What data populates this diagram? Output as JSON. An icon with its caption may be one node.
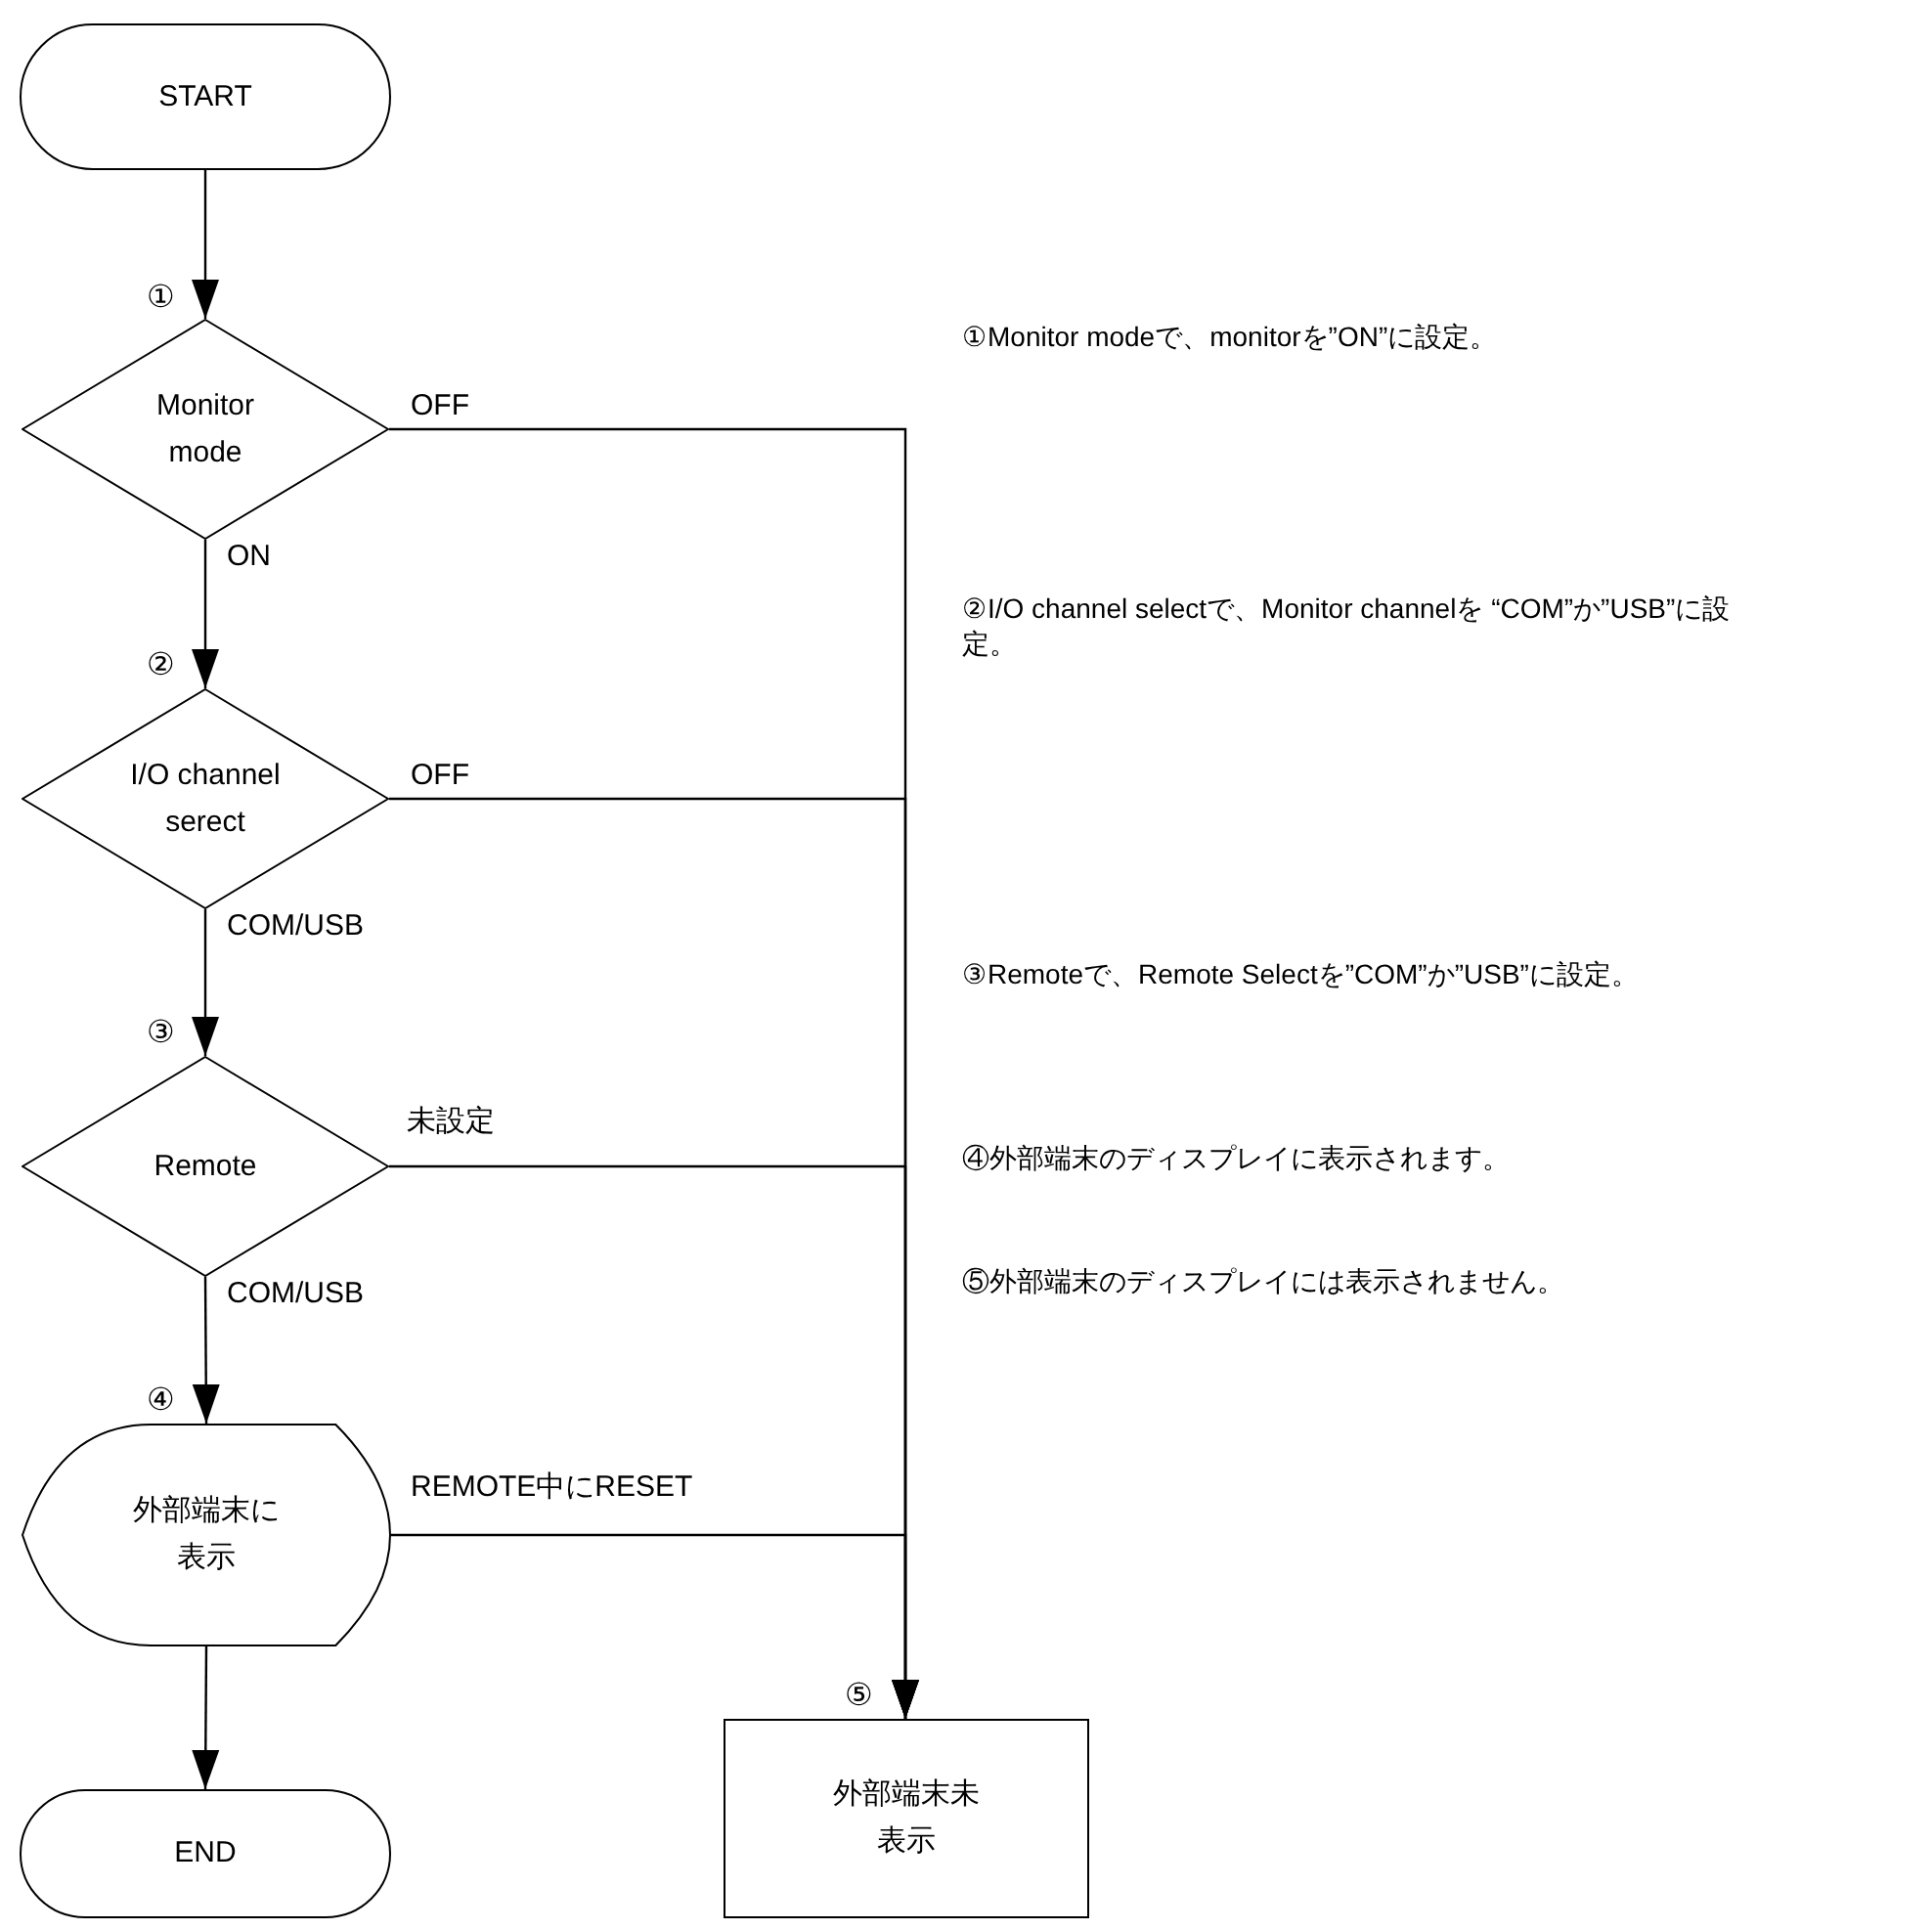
{
  "diagram": {
    "nodes": [
      {
        "text": [
          "START"
        ]
      },
      {
        "text": [
          "Monitor mode"
        ],
        "beside": [
          "①"
        ]
      },
      {
        "text": [
          "I/O channel serect"
        ],
        "beside": [
          "②"
        ]
      },
      {
        "text": [
          "Remote"
        ],
        "beside": [
          "③"
        ]
      },
      {
        "text": [
          "外部端末に表示"
        ],
        "beside": [
          "④"
        ]
      },
      {
        "text": [
          "END"
        ]
      },
      {
        "text": [
          "外部端末未表示"
        ],
        "beside": [
          "⑤"
        ]
      }
    ],
    "edges": [
      {
        "from": 0,
        "to": 1,
        "arrow": "to"
      },
      {
        "from": 1,
        "to": 2,
        "arrow": "to",
        "label": "ON"
      },
      {
        "from": 2,
        "to": 3,
        "arrow": "to",
        "label": "COM/USB"
      },
      {
        "from": 3,
        "to": 4,
        "arrow": "to",
        "label": "COM/USB"
      },
      {
        "from": 4,
        "to": 5,
        "arrow": "to"
      },
      {
        "from": 1,
        "to": 6,
        "arrow": "to",
        "label": "OFF"
      },
      {
        "from": 2,
        "to": 6,
        "arrow": "to",
        "label": "OFF"
      },
      {
        "from": 3,
        "to": 6,
        "arrow": "to",
        "label": "未設定"
      },
      {
        "from": 4,
        "to": 6,
        "arrow": "to",
        "label": "REMOTE中にRESET"
      }
    ],
    "labels": [
      "①Monitor modeで、monitorを”ON”に設定。",
      "②I/O channel selectで、Monitor channelを “COM”か”USB”に設定。",
      "③Remoteで、Remote Selectを”COM”か”USB”に設定。",
      "④外部端末のディスプレイに表示されます。",
      "⑤外部端末のディスプレイには表示されません。"
    ]
  }
}
